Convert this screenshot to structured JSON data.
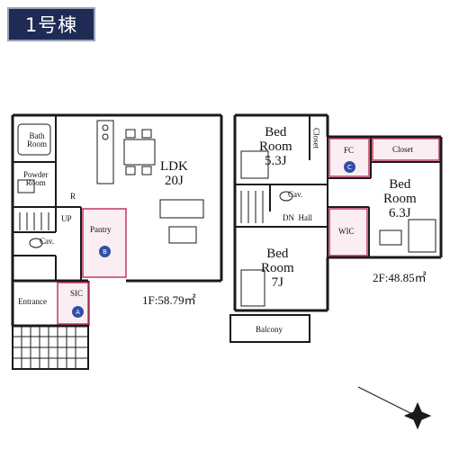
{
  "building_label": "1号棟",
  "floor1": {
    "area": "1F:58.79㎡",
    "rooms": {
      "bath": "Bath\nRoom",
      "powder": "Powder\nRoom",
      "ldk": "LDK\n20J",
      "up": "UP",
      "cav": "Cav.",
      "pantry": "Pantry",
      "sic": "SIC",
      "entrance": "Entrance",
      "fridge": "R"
    },
    "markers": {
      "pantry": "B",
      "sic": "A"
    }
  },
  "floor2": {
    "area": "2F:48.85㎡",
    "rooms": {
      "bed1": "Bed\nRoom\n5.3J",
      "closet1": "Closet",
      "fc": "FC",
      "closet2": "Closet",
      "bed2": "Bed\nRoom\n6.3J",
      "cav": "Cav.",
      "dn_hall": "DN  Hall",
      "wic": "WIC",
      "bed3": "Bed\nRoom\n7J",
      "balcony": "Balcony"
    },
    "markers": {
      "fc": "C"
    }
  },
  "colors": {
    "wall": "#1a1a1a",
    "storage_fill": "#fbeef2",
    "storage_border": "#c0395d",
    "badge_bg": "#1f2b55",
    "marker": "#2f4fa8"
  },
  "icons": [
    "north-compass-icon",
    "sink-icon",
    "toilet-icon",
    "bathtub-icon",
    "sofa-icon",
    "dining-set-icon",
    "stove-icon",
    "bed-icon",
    "desk-icon"
  ]
}
